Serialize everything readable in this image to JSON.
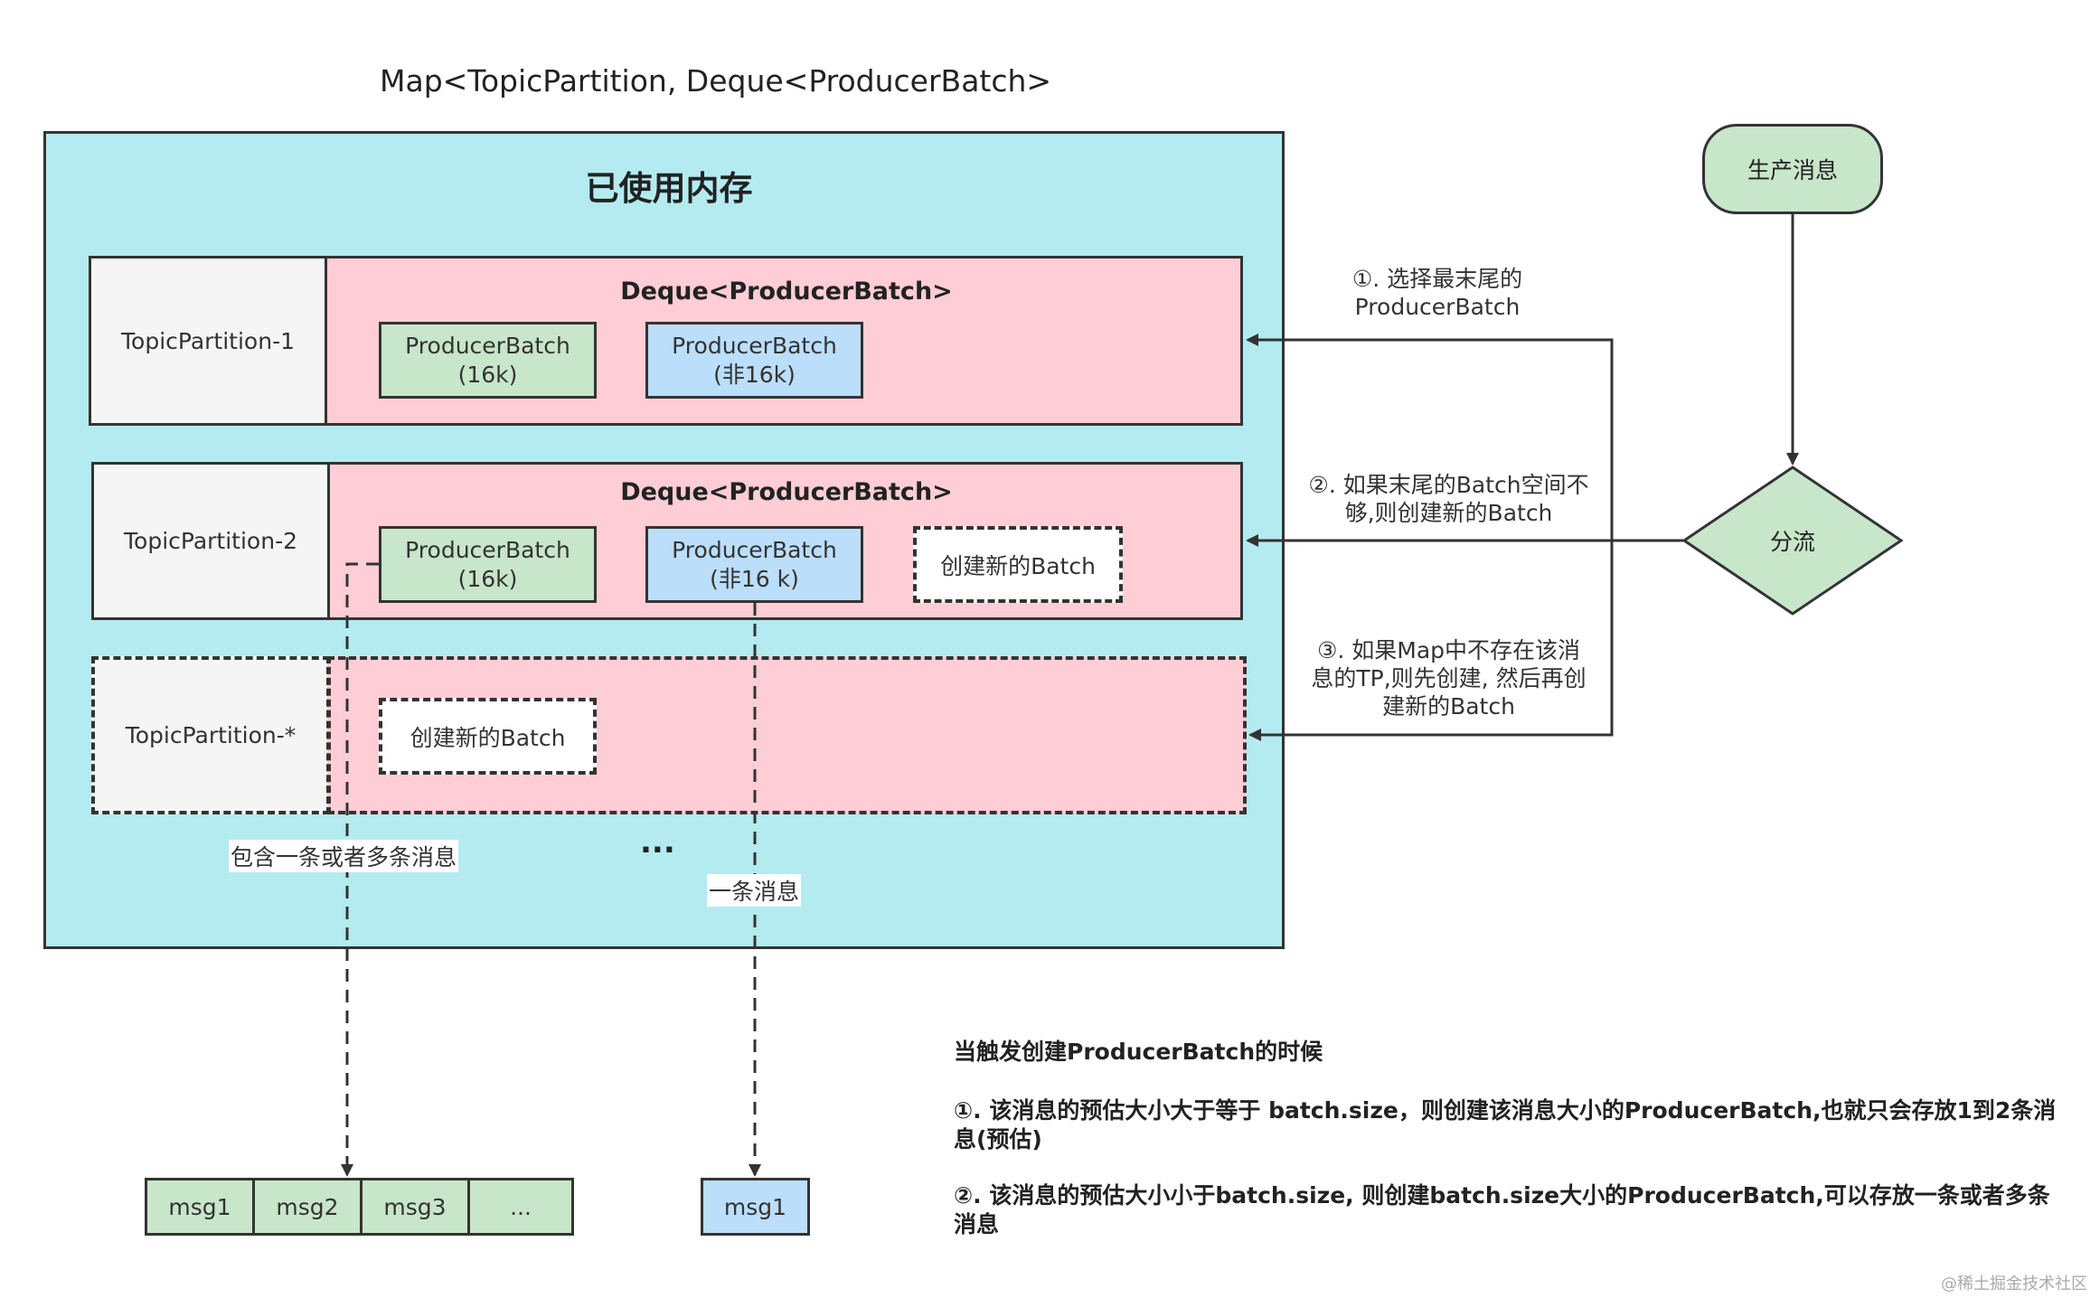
{
  "map_title": "Map<TopicPartition, Deque<ProducerBatch>",
  "memory_title": "已使用内存",
  "partitions": [
    {
      "label": "TopicPartition-1",
      "deque_label": "Deque<ProducerBatch>",
      "batches": [
        {
          "line1": "ProducerBatch",
          "line2": "(16k)"
        },
        {
          "line1": "ProducerBatch",
          "line2": "(非16k)"
        }
      ]
    },
    {
      "label": "TopicPartition-2",
      "deque_label": "Deque<ProducerBatch>",
      "batches": [
        {
          "line1": "ProducerBatch",
          "line2": "(16k)"
        },
        {
          "line1": "ProducerBatch",
          "line2": "(非16 k)"
        }
      ],
      "new_batch": "创建新的Batch"
    },
    {
      "label": "TopicPartition-*",
      "new_batch": "创建新的Batch"
    }
  ],
  "ellipsis": "...",
  "labels": {
    "multi_msg": "包含一条或者多条消息",
    "single_msg": "一条消息"
  },
  "flow": {
    "start": "生产消息",
    "decision": "分流",
    "step1": {
      "line1": "①. 选择最末尾的",
      "line2": "ProducerBatch"
    },
    "step2": {
      "line1": "②. 如果末尾的Batch空间不",
      "line2": "够,则创建新的Batch"
    },
    "step3": {
      "line1": "③. 如果Map中不存在该消",
      "line2": "息的TP,则先创建, 然后再创",
      "line3": "建新的Batch"
    }
  },
  "messages_left": [
    "msg1",
    "msg2",
    "msg3",
    "..."
  ],
  "message_right": "msg1",
  "explanation": {
    "heading": "当触发创建ProducerBatch的时候",
    "p1": "①. 该消息的预估大小大于等于 batch.size，则创建该消息大小的ProducerBatch,也就只会存放1到2条消息(预估)",
    "p2": "②. 该消息的预估大小小于batch.size, 则创建batch.size大小的ProducerBatch,可以存放一条或者多条消息"
  },
  "watermark": "@稀土掘金技术社区",
  "colors": {
    "memory_bg": "#b3ebf0",
    "deque_bg": "#ffcdd5",
    "green": "#c8e6c9",
    "blue": "#bbdefb",
    "tp_bg": "#f5f5f5"
  }
}
